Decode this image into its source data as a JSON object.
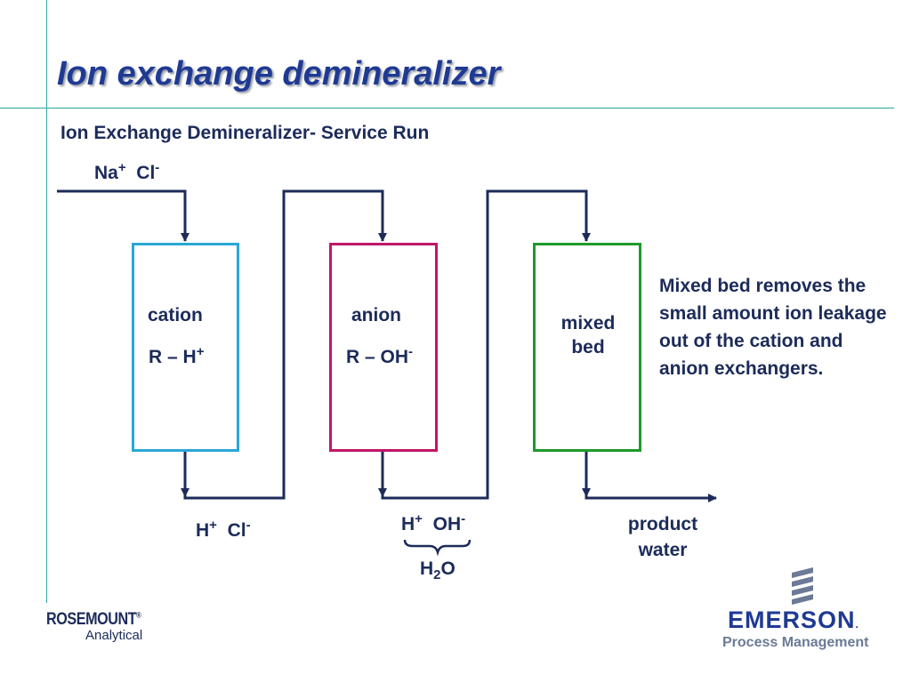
{
  "title": "Ion exchange demineralizer",
  "subtitle": "Ion Exchange Demineralizer- Service Run",
  "inlet": {
    "na": "Na",
    "na_sup": "+",
    "cl": "Cl",
    "cl_sup": "-"
  },
  "cation": {
    "name": "cation",
    "resin": "R – H",
    "resin_sup": "+",
    "color": "#2aa7d6"
  },
  "anion": {
    "name": "anion",
    "resin": "R – OH",
    "resin_sup": "-",
    "color": "#c0166a"
  },
  "mixed_bed": {
    "line1": "mixed",
    "line2": "bed",
    "color": "#1f9a2a"
  },
  "after_cation": {
    "h": "H",
    "h_sup": "+",
    "cl": "Cl",
    "cl_sup": "-"
  },
  "after_anion": {
    "h": "H",
    "h_sup": "+",
    "oh": "OH",
    "oh_sup": "-"
  },
  "water": {
    "h": "H",
    "sub": "2",
    "o": "O"
  },
  "product": {
    "line1": "product",
    "line2": "water"
  },
  "note": "Mixed bed removes the small amount ion leakage out of the cation and anion exchangers.",
  "logos": {
    "rosemount": "ROSEMOUNT",
    "rosemount_tm": "®",
    "analytical": "Analytical",
    "emerson": "EMERSON",
    "emerson_tm": ".",
    "process": "Process Management"
  },
  "colors": {
    "flow_line": "#1c2b59",
    "accent_line": "#2aa8a2",
    "title": "#1f3a93"
  }
}
